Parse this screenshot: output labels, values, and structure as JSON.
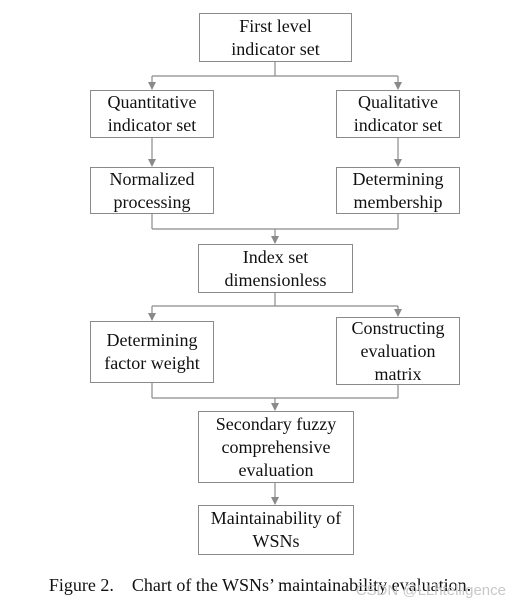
{
  "nodes": {
    "first_level": "First level\nindicator set",
    "quantitative": "Quantitative\nindicator set",
    "qualitative": "Qualitative\nindicator set",
    "normalized": "Normalized\nprocessing",
    "membership": "Determining\nmembership",
    "index_set": "Index set\ndimensionless",
    "factor_weight": "Determining\nfactor weight",
    "evaluation_matrix": "Constructing\nevaluation\nmatrix",
    "fuzzy": "Secondary fuzzy\ncomprehensive\nevaluation",
    "maintainability": "Maintainability of\nWSNs"
  },
  "caption": "Figure 2.    Chart of the WSNs’ maintainability evaluation.",
  "watermark": "CSDN @LLhtelligence",
  "colors": {
    "line": "#8a8a8a",
    "text": "#111111"
  }
}
